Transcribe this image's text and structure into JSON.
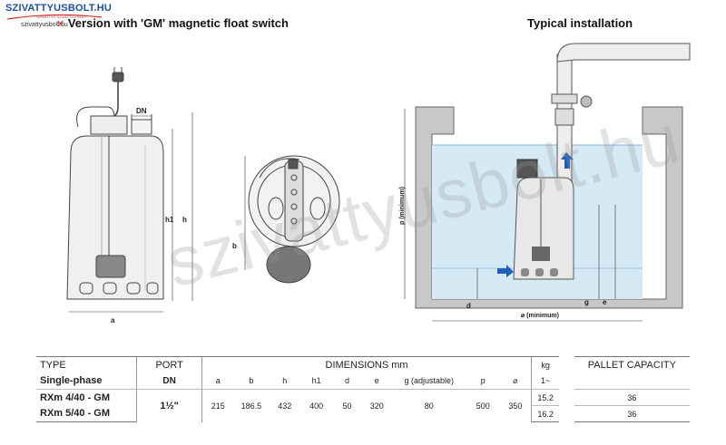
{
  "logo": {
    "name": "SZIVATTYUSBOLT.HU",
    "tagline": "SZIVATTYÚ SZIVATTYÚ BOLT",
    "url": "szivattyusbolt.hu"
  },
  "watermark": "szivattyusbolt.hu",
  "titles": {
    "left": "Version with 'GM' magnetic float switch",
    "right": "Typical installation"
  },
  "dimension_labels": {
    "DN": "DN",
    "a": "a",
    "b": "b",
    "h": "h",
    "h1": "h1",
    "p": "p (minimum)",
    "g": "g",
    "e": "e",
    "d": "d",
    "min_width": "⌀ (minimum)"
  },
  "table": {
    "headers": {
      "type": "TYPE",
      "port": "PORT",
      "dimensions": "DIMENSIONS mm",
      "kg": "kg",
      "pallet": "PALLET CAPACITY",
      "single_phase": "Single-phase",
      "dn": "DN",
      "kg_unit": "1~",
      "cols": [
        "a",
        "b",
        "h",
        "h1",
        "d",
        "e",
        "g (adjustable)",
        "p",
        "⌀"
      ]
    },
    "rows": [
      {
        "model": "RXm 4/40 - GM",
        "kg": "15.2",
        "pallet": "36"
      },
      {
        "model": "RXm 5/40 - GM",
        "kg": "16.2",
        "pallet": "36"
      }
    ],
    "shared": {
      "port": "1½\"",
      "a": "215",
      "b": "186.5",
      "h": "432",
      "h1": "400",
      "d": "50",
      "e": "320",
      "g": "80",
      "p": "500",
      "w": "350"
    }
  },
  "colors": {
    "water": "#d6eaf6",
    "arrow": "#1f5fb8",
    "watermark": "#969696"
  }
}
